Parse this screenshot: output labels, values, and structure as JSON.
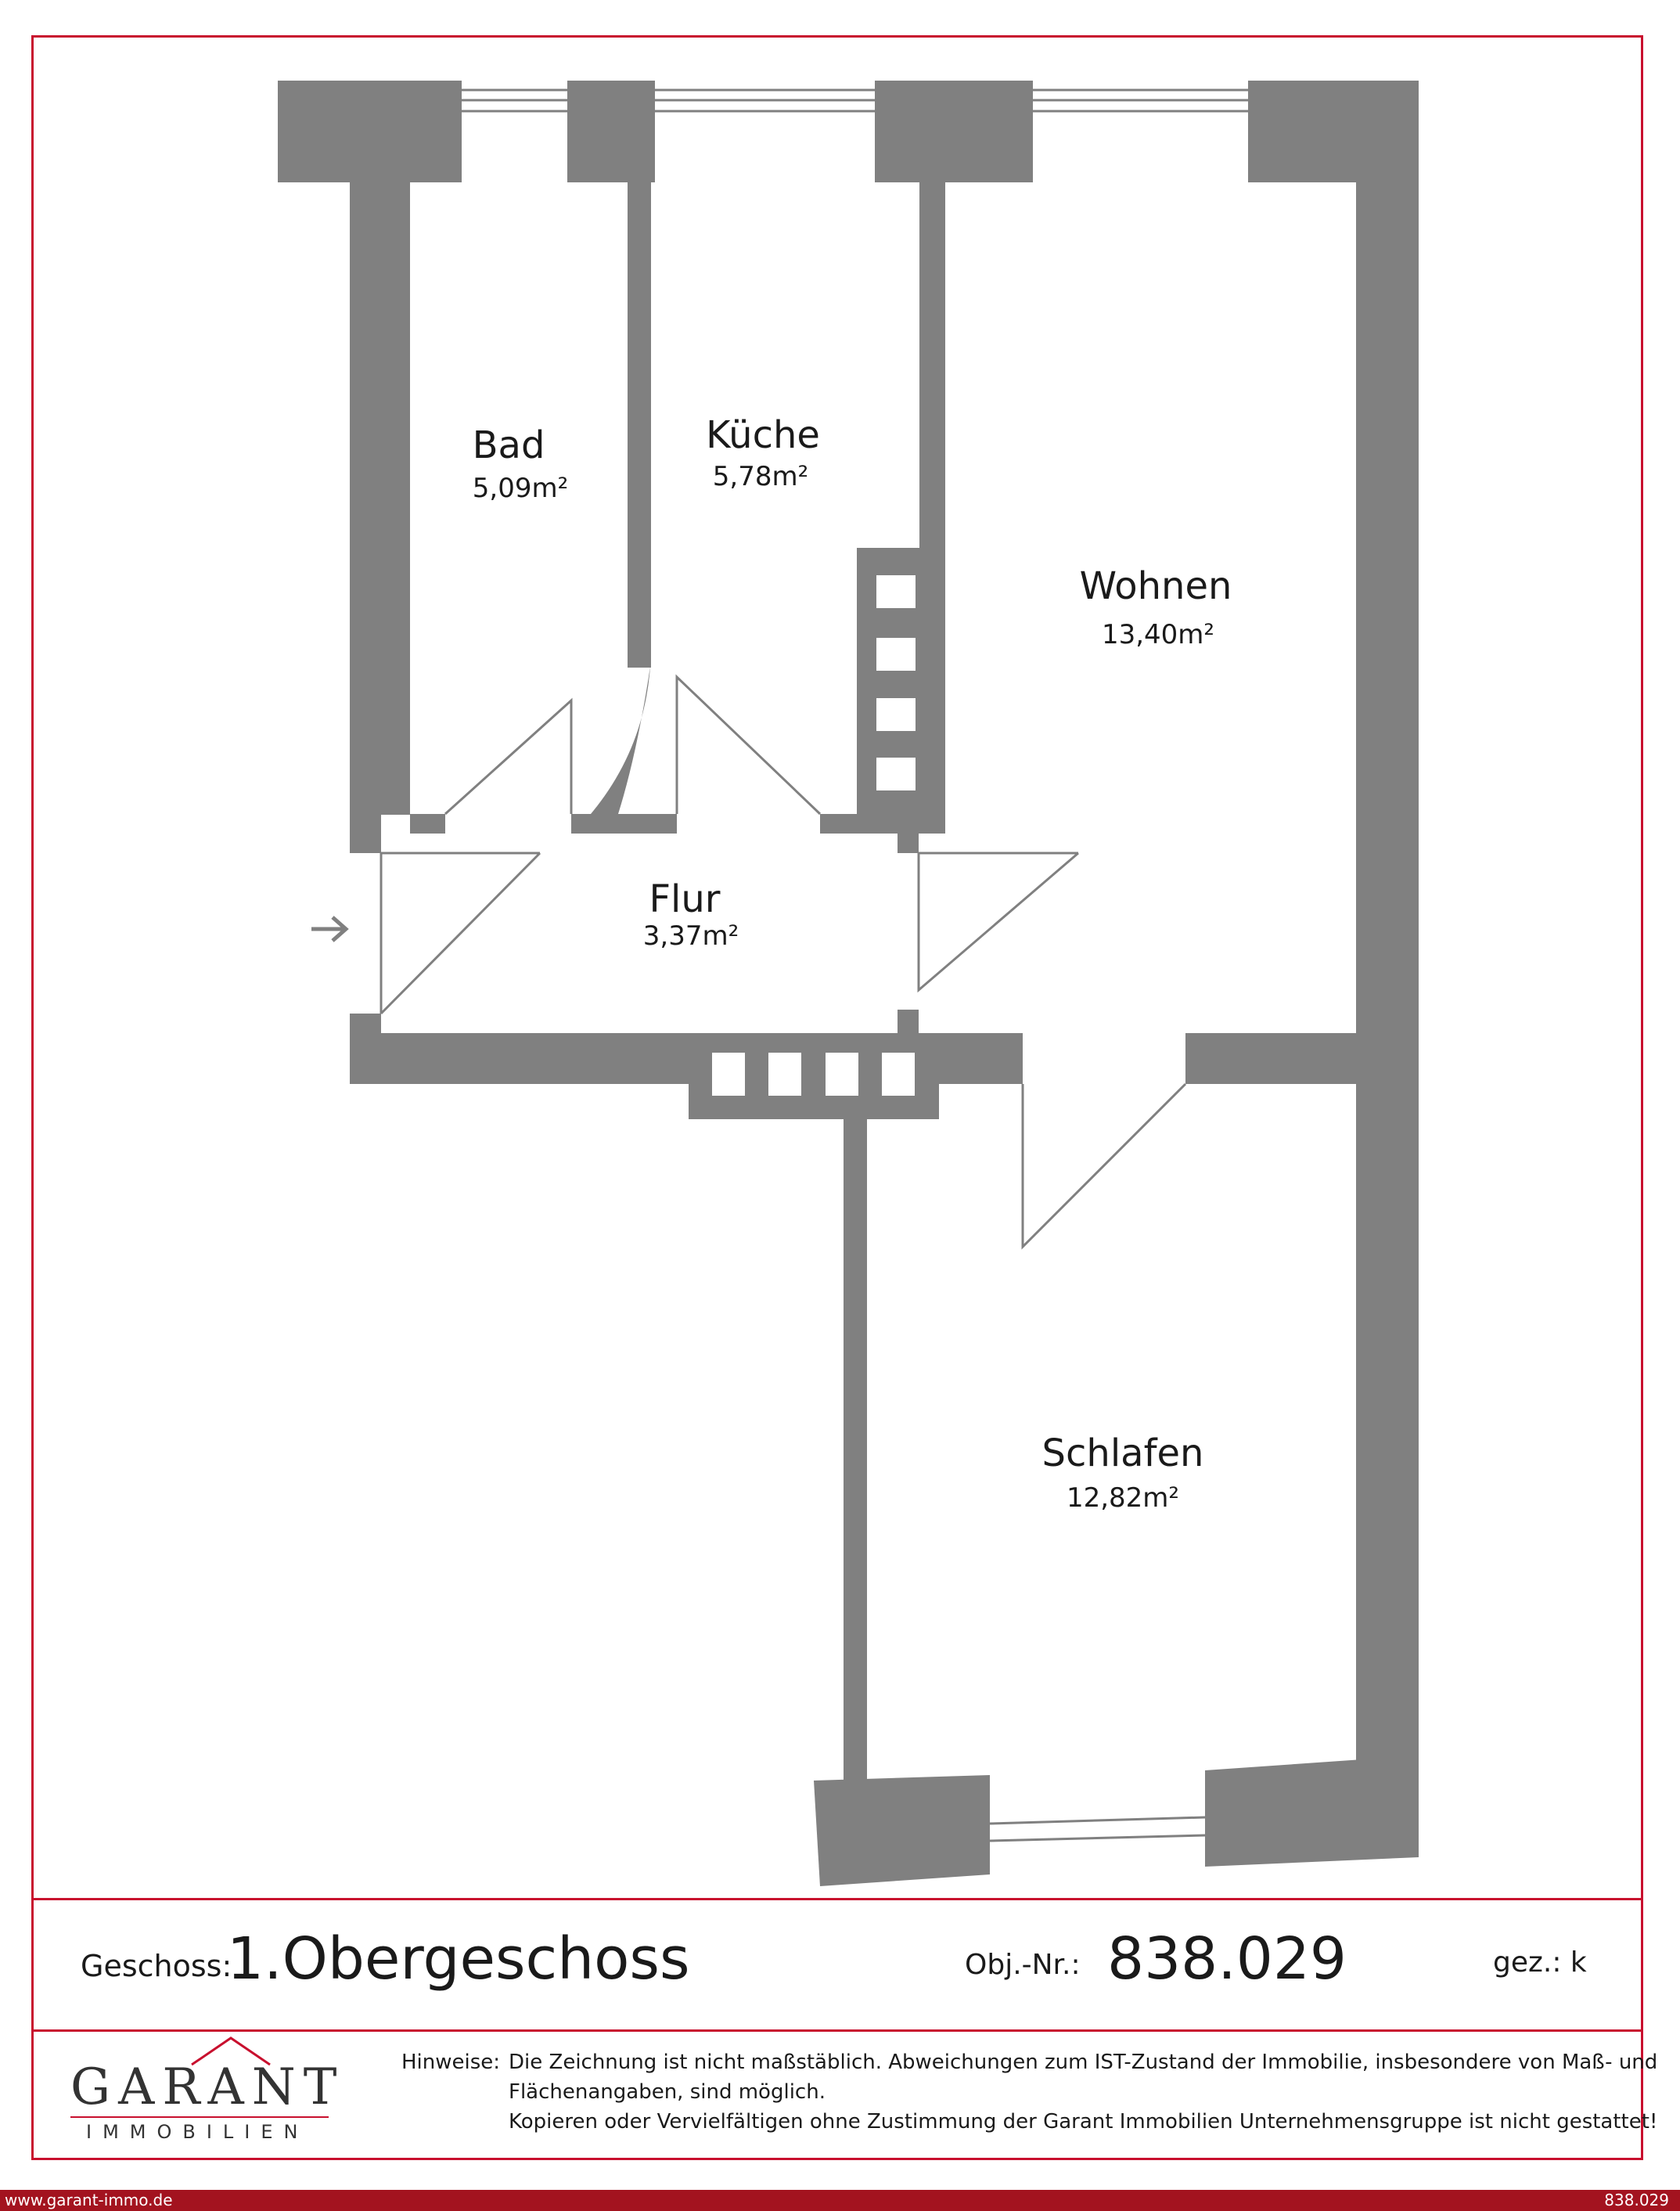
{
  "rooms": [
    {
      "name": "Bad",
      "area": "5,09m²"
    },
    {
      "name": "Küche",
      "area": "5,78m²"
    },
    {
      "name": "Wohnen",
      "area": "13,40m²"
    },
    {
      "name": "Flur",
      "area": "3,37m²"
    },
    {
      "name": "Schlafen",
      "area": "12,82m²"
    }
  ],
  "info": {
    "geschoss_label": "Geschoss:",
    "geschoss_value": "1.Obergeschoss",
    "obj_label": "Obj.-Nr.:",
    "obj_value": "838.029",
    "gez_label": "gez.: k"
  },
  "logo": {
    "main": "GARANT",
    "sub": "IMMOBILIEN"
  },
  "hinweise": {
    "label": "Hinweise:",
    "line1": "Die Zeichnung ist nicht maßstäblich. Abweichungen zum IST-Zustand der Immobilie, insbesondere von Maß- und",
    "line2": "Flächenangaben, sind möglich.",
    "line3": "Kopieren oder Vervielfältigen ohne Zustimmung der Garant Immobilien Unternehmensgruppe ist nicht gestattet!"
  },
  "footer": {
    "url": "www.garant-immo.de",
    "id": "838.029"
  },
  "colors": {
    "wall": "#808080",
    "accent": "#c8102e",
    "footer": "#a3131f"
  },
  "icons": {
    "entrance": "arrow-right-icon"
  }
}
